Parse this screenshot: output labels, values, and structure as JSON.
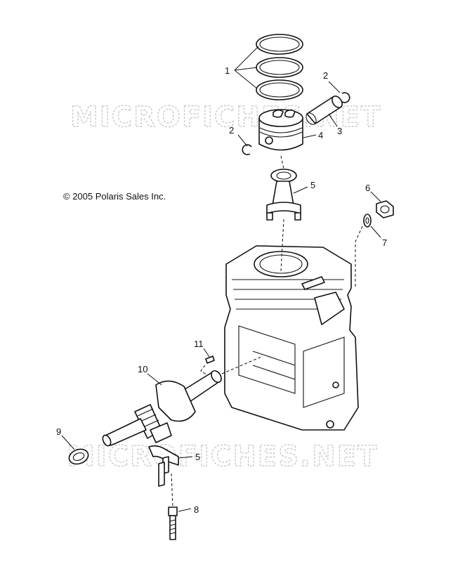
{
  "watermark": {
    "top": "MICROFICHES.NET",
    "bottom": "MICROFICHES.NET"
  },
  "copyright": "© 2005 Polaris Sales Inc.",
  "callouts": {
    "piston_rings": "1",
    "pin_clip_right": "2",
    "pin_clip_left": "2",
    "piston_pin": "3",
    "piston": "4",
    "connecting_rod_upper": "5",
    "connecting_rod_cap": "5",
    "nut": "6",
    "washer": "7",
    "rod_bolt": "8",
    "oil_seal": "9",
    "crankshaft": "10",
    "key": "11"
  }
}
